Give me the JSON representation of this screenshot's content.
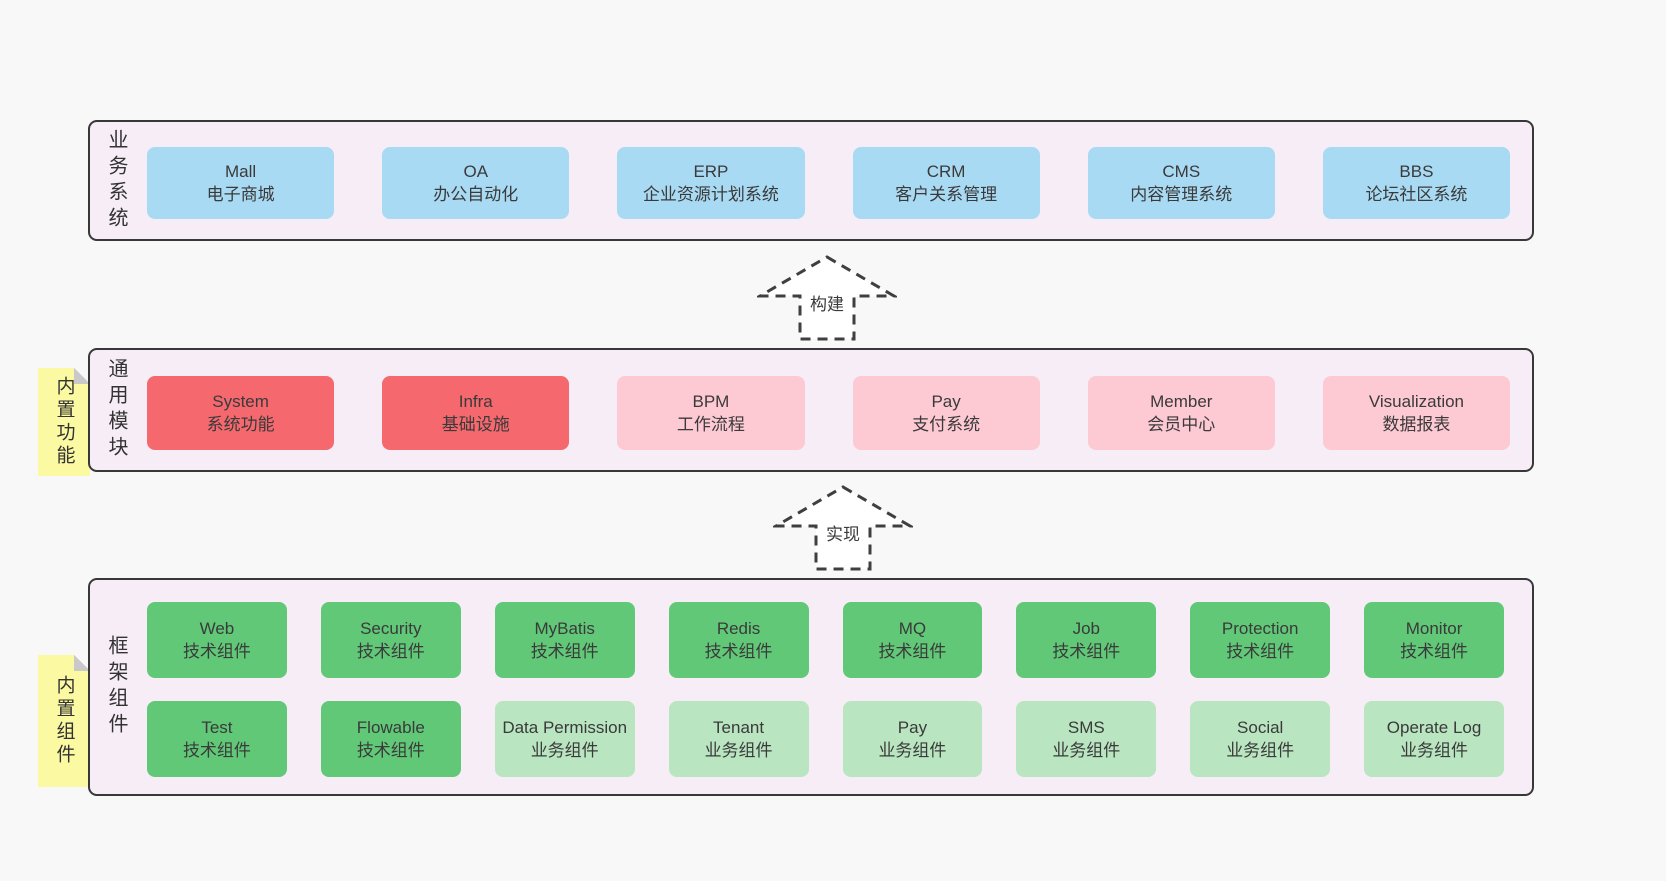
{
  "colors": {
    "page-bg": "#f8f8f8",
    "panel-bg": "#f7edf6",
    "panel-border": "#383838",
    "box-blue": "#a9daf3",
    "box-red": "#f5686e",
    "box-pink": "#fdc9d3",
    "box-green": "#61c878",
    "box-lightgreen": "#b9e5c1",
    "note-yellow": "#fbf9a2",
    "note-fold": "#c9c9c9",
    "text": "#3a3a3a",
    "arrow-stroke": "#3f3f3f",
    "arrow-fill": "#ffffff"
  },
  "sections": {
    "business": {
      "label": "业务系统",
      "boxes": [
        {
          "name": "Mall",
          "subtitle": "电子商城",
          "variant": "blue"
        },
        {
          "name": "OA",
          "subtitle": "办公自动化",
          "variant": "blue"
        },
        {
          "name": "ERP",
          "subtitle": "企业资源计划系统",
          "variant": "blue"
        },
        {
          "name": "CRM",
          "subtitle": "客户关系管理",
          "variant": "blue"
        },
        {
          "name": "CMS",
          "subtitle": "内容管理系统",
          "variant": "blue"
        },
        {
          "name": "BBS",
          "subtitle": "论坛社区系统",
          "variant": "blue"
        }
      ]
    },
    "modules": {
      "label": "通用模块",
      "note": "内置功能",
      "boxes": [
        {
          "name": "System",
          "subtitle": "系统功能",
          "variant": "red"
        },
        {
          "name": "Infra",
          "subtitle": "基础设施",
          "variant": "red"
        },
        {
          "name": "BPM",
          "subtitle": "工作流程",
          "variant": "pink"
        },
        {
          "name": "Pay",
          "subtitle": "支付系统",
          "variant": "pink"
        },
        {
          "name": "Member",
          "subtitle": "会员中心",
          "variant": "pink"
        },
        {
          "name": "Visualization",
          "subtitle": "数据报表",
          "variant": "pink"
        }
      ]
    },
    "framework": {
      "label": "框架组件",
      "note": "内置组件",
      "row1": [
        {
          "name": "Web",
          "subtitle": "技术组件",
          "variant": "green"
        },
        {
          "name": "Security",
          "subtitle": "技术组件",
          "variant": "green"
        },
        {
          "name": "MyBatis",
          "subtitle": "技术组件",
          "variant": "green"
        },
        {
          "name": "Redis",
          "subtitle": "技术组件",
          "variant": "green"
        },
        {
          "name": "MQ",
          "subtitle": "技术组件",
          "variant": "green"
        },
        {
          "name": "Job",
          "subtitle": "技术组件",
          "variant": "green"
        },
        {
          "name": "Protection",
          "subtitle": "技术组件",
          "variant": "green"
        },
        {
          "name": "Monitor",
          "subtitle": "技术组件",
          "variant": "green"
        }
      ],
      "row2": [
        {
          "name": "Test",
          "subtitle": "技术组件",
          "variant": "green"
        },
        {
          "name": "Flowable",
          "subtitle": "技术组件",
          "variant": "green"
        },
        {
          "name": "Data Permission",
          "subtitle": "业务组件",
          "variant": "lightgreen"
        },
        {
          "name": "Tenant",
          "subtitle": "业务组件",
          "variant": "lightgreen"
        },
        {
          "name": "Pay",
          "subtitle": "业务组件",
          "variant": "lightgreen"
        },
        {
          "name": "SMS",
          "subtitle": "业务组件",
          "variant": "lightgreen"
        },
        {
          "name": "Social",
          "subtitle": "业务组件",
          "variant": "lightgreen"
        },
        {
          "name": "Operate Log",
          "subtitle": "业务组件",
          "variant": "lightgreen"
        }
      ]
    }
  },
  "arrows": {
    "build": "构建",
    "implement": "实现"
  }
}
